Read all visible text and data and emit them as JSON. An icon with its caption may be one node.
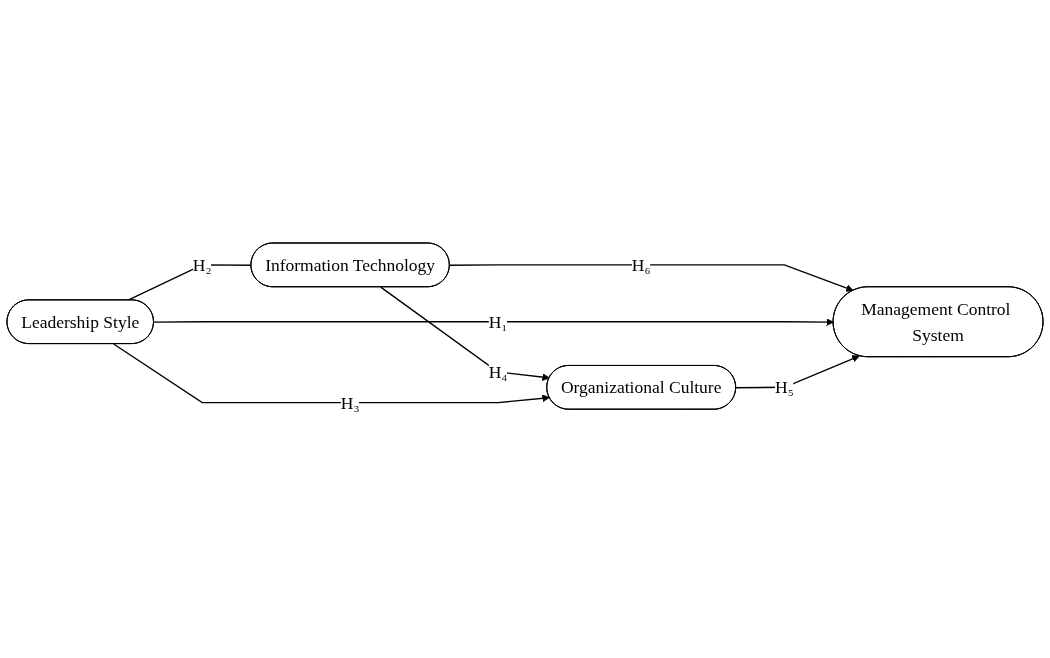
{
  "diagram": {
    "nodes": [
      {
        "text": [
          "Information Technology"
        ]
      },
      {
        "text": [
          "Leadership Style"
        ]
      },
      {
        "text": [
          "Management Control System"
        ]
      },
      {
        "text": [
          "Organizational Culture"
        ]
      }
    ],
    "edges": [
      {
        "from": 1,
        "to": 0,
        "arrow": "none",
        "label": "H₂"
      },
      {
        "from": 0,
        "to": 2,
        "arrow": "to",
        "label": "H₆"
      },
      {
        "from": 1,
        "to": 2,
        "arrow": "to",
        "label": "H₁"
      },
      {
        "from": 0,
        "to": 3,
        "arrow": "to",
        "label": "H₄"
      },
      {
        "from": 1,
        "to": 3,
        "arrow": "to",
        "label": "H₃"
      },
      {
        "from": 3,
        "to": 2,
        "arrow": "to",
        "label": "H₅"
      }
    ]
  }
}
